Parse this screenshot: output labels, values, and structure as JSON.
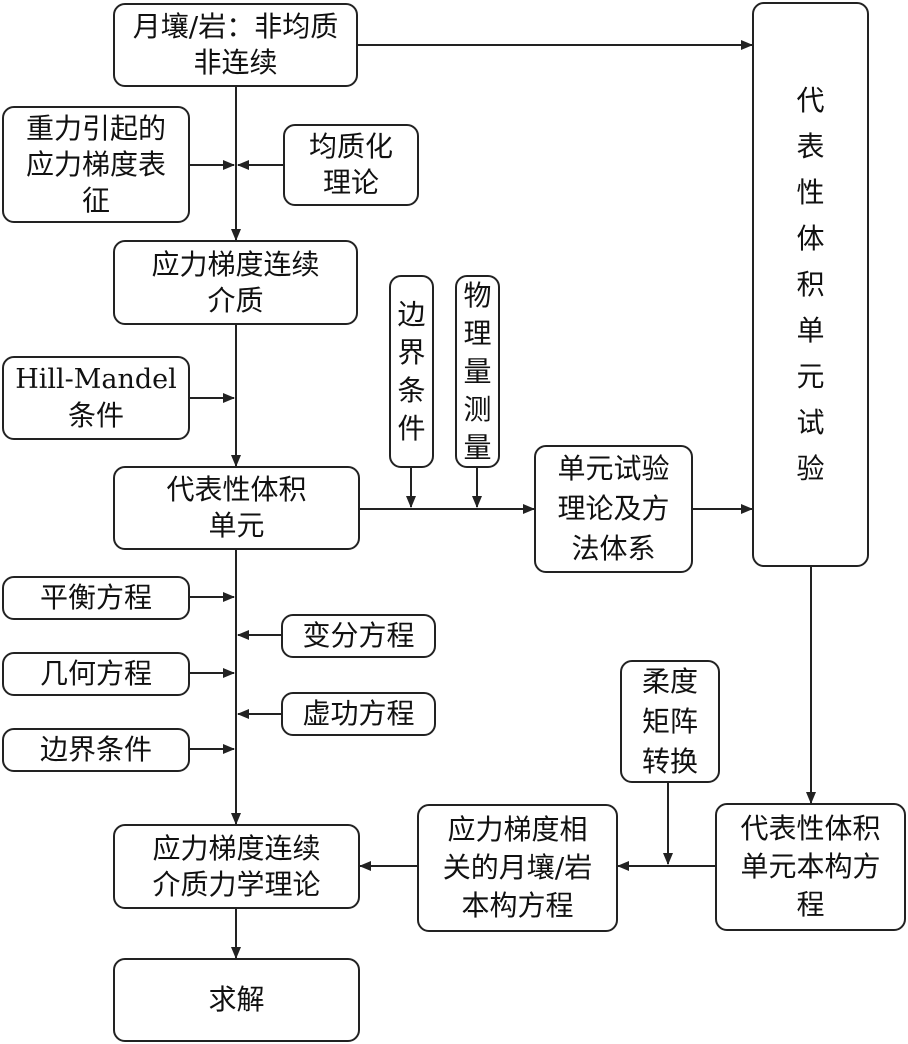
{
  "nodes": {
    "lunar_rock": "月壤/岩：非均质非连续",
    "gravity_stress": "重力引起的应力梯度表征",
    "homogenization": "均质化理论",
    "gradient_medium": "应力梯度连续介质",
    "hill_mandel_line1": "Hill-Mandel",
    "hill_mandel_line2": "条件",
    "boundary_conditions_top": "边界条件",
    "physical_measurement": "物理量测量",
    "rve": "代表性体积单元",
    "rve_theory": "单元试验理论及方法体系",
    "rve_test": "代表性体积单元试验",
    "equilibrium": "平衡方程",
    "variational": "变分方程",
    "geometric": "几何方程",
    "virtual_work": "虚功方程",
    "boundary_conditions_bottom": "边界条件",
    "compliance_transform": "柔度矩阵转换",
    "mechanics_theory": "应力梯度连续介质力学理论",
    "constitutive_related": "应力梯度相关的月壤/岩本构方程",
    "rve_constitutive": "代表性体积单元本构方程",
    "solve": "求解"
  },
  "colors": {
    "stroke": "#222222",
    "text": "#111111",
    "background": "#ffffff"
  }
}
